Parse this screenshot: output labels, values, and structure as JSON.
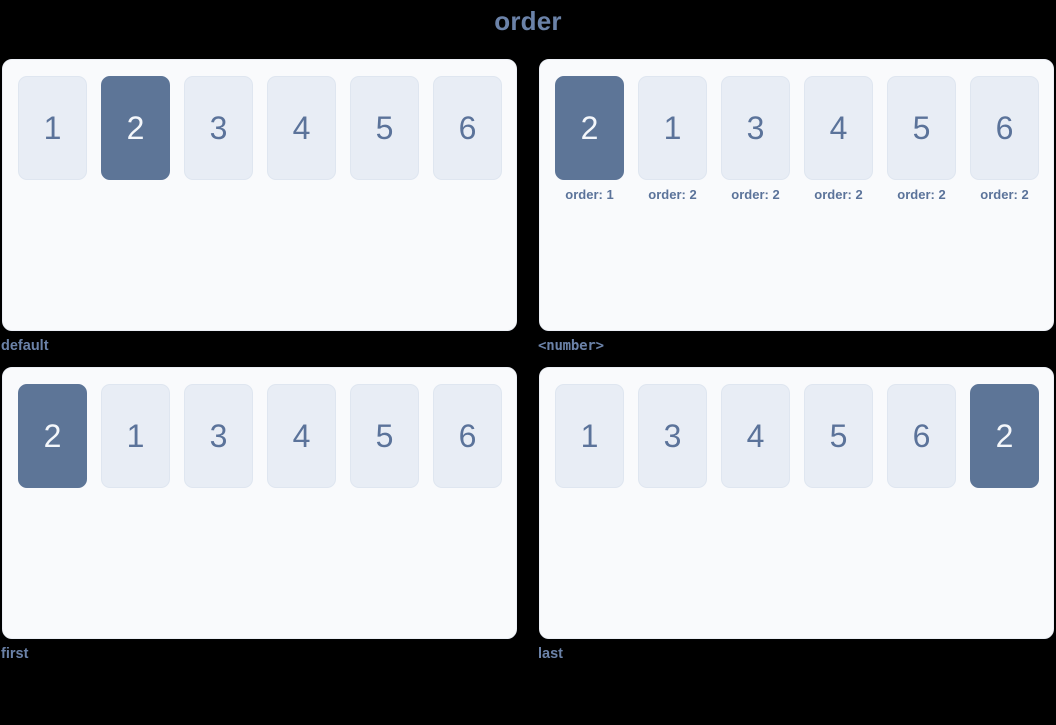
{
  "title": "order",
  "panels": [
    {
      "label": "default",
      "label_mono": false,
      "items": [
        {
          "value": "1",
          "highlight": false,
          "sublabel": ""
        },
        {
          "value": "2",
          "highlight": true,
          "sublabel": ""
        },
        {
          "value": "3",
          "highlight": false,
          "sublabel": ""
        },
        {
          "value": "4",
          "highlight": false,
          "sublabel": ""
        },
        {
          "value": "5",
          "highlight": false,
          "sublabel": ""
        },
        {
          "value": "6",
          "highlight": false,
          "sublabel": ""
        }
      ]
    },
    {
      "label": "<number>",
      "label_mono": true,
      "items": [
        {
          "value": "2",
          "highlight": true,
          "sublabel": "order: 1"
        },
        {
          "value": "1",
          "highlight": false,
          "sublabel": "order: 2"
        },
        {
          "value": "3",
          "highlight": false,
          "sublabel": "order: 2"
        },
        {
          "value": "4",
          "highlight": false,
          "sublabel": "order: 2"
        },
        {
          "value": "5",
          "highlight": false,
          "sublabel": "order: 2"
        },
        {
          "value": "6",
          "highlight": false,
          "sublabel": "order: 2"
        }
      ]
    },
    {
      "label": "first",
      "label_mono": false,
      "items": [
        {
          "value": "2",
          "highlight": true,
          "sublabel": ""
        },
        {
          "value": "1",
          "highlight": false,
          "sublabel": ""
        },
        {
          "value": "3",
          "highlight": false,
          "sublabel": ""
        },
        {
          "value": "4",
          "highlight": false,
          "sublabel": ""
        },
        {
          "value": "5",
          "highlight": false,
          "sublabel": ""
        },
        {
          "value": "6",
          "highlight": false,
          "sublabel": ""
        }
      ]
    },
    {
      "label": "last",
      "label_mono": false,
      "items": [
        {
          "value": "1",
          "highlight": false,
          "sublabel": ""
        },
        {
          "value": "3",
          "highlight": false,
          "sublabel": ""
        },
        {
          "value": "4",
          "highlight": false,
          "sublabel": ""
        },
        {
          "value": "5",
          "highlight": false,
          "sublabel": ""
        },
        {
          "value": "6",
          "highlight": false,
          "sublabel": ""
        },
        {
          "value": "2",
          "highlight": true,
          "sublabel": ""
        }
      ]
    }
  ],
  "colors": {
    "background": "#000000",
    "card_background": "#f9fafc",
    "box_background": "#e8edf5",
    "box_text": "#5b739a",
    "highlight_background": "#5d7597",
    "highlight_text": "#f4f7fb",
    "label_text": "#6b82a8"
  }
}
